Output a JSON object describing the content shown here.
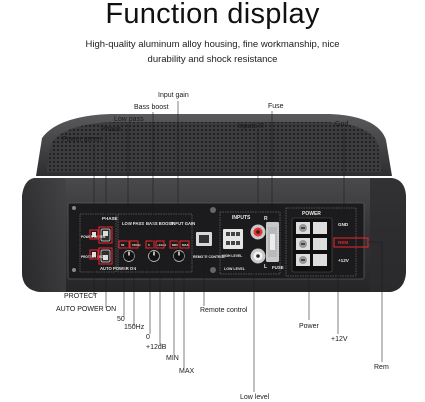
{
  "header": {
    "title": "Function display",
    "subtitle_line1": "High-quality aluminum alloy housing, fine workmanship, nice",
    "subtitle_line2": "durability and shock resistance"
  },
  "panel": {
    "phase": "PHASE",
    "power_green": "POWER GREEN",
    "protect_red": "PROTECT RED",
    "auto_power_on": "AUTO POWER ON",
    "low_pass": "LOW PASS",
    "bass_boost": "BASS BOOST",
    "input_gain": "INPUT GAIN",
    "remote_control": "REMOTE CONTROL",
    "inputs": "INPUTS",
    "r_mark": "R",
    "l_mark": "L",
    "high_level": "HIGH LEVEL",
    "low_level": "LOW LEVEL",
    "power": "POWER",
    "gnd": "GND",
    "rem": "REM",
    "plus12v": "+12V",
    "fuse": "FUSE",
    "lp_min": "50",
    "lp_max": "150Hz",
    "bb_min": "0",
    "bb_max": "+12dB",
    "ig_min": "MIN",
    "ig_max": "MAX"
  },
  "callouts": {
    "input_gain": "Input gain",
    "bass_boost": "Bass boost",
    "low_pass": "Low pass",
    "phase": "Phase",
    "power_green": "Power green",
    "inputs_r": "Inputs R",
    "fuse": "Fuse",
    "gnd": "Gnd",
    "protect": "PROTECT",
    "auto_power_on": "AUTO POWER ON",
    "lp_50": "50",
    "lp_150": "150Hz",
    "bb_0": "0",
    "bb_12": "+12dB",
    "min": "MIN",
    "max": "MAX",
    "remote_control": "Remote control",
    "power": "Power",
    "plus12v": "+12V",
    "rem": "Rem",
    "low_level": "Low level"
  },
  "colors": {
    "callout_red": "#e0252b",
    "panel_dark": "#1b1b1d",
    "housing": "#3a3a3c"
  }
}
